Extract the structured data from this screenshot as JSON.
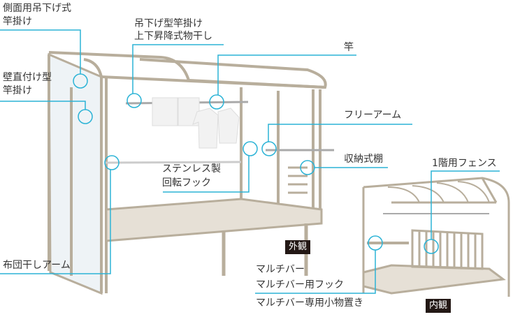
{
  "labels": {
    "side_hanging": [
      "側面用吊下げ式",
      "竿掛け"
    ],
    "hanging_type": [
      "吊下げ型竿掛け",
      "上下昇降式物干し"
    ],
    "pole": "竿",
    "wall_mount": [
      "壁直付け型",
      "竿掛け"
    ],
    "free_arm": "フリーアーム",
    "stainless_hook": [
      "ステンレス製",
      "回転フック"
    ],
    "storage_shelf": "収納式棚",
    "fence": "1階用フェンス",
    "futon_arm": "布団干しアーム",
    "multibar": [
      "マルチバー",
      "マルチバー用フック",
      "マルチバー専用小物置き"
    ]
  },
  "badges": {
    "exterior": "外観",
    "interior": "内観"
  },
  "colors": {
    "leader": "#2bb3d6",
    "frame": "#b8ae9c",
    "badge": "#231815"
  }
}
